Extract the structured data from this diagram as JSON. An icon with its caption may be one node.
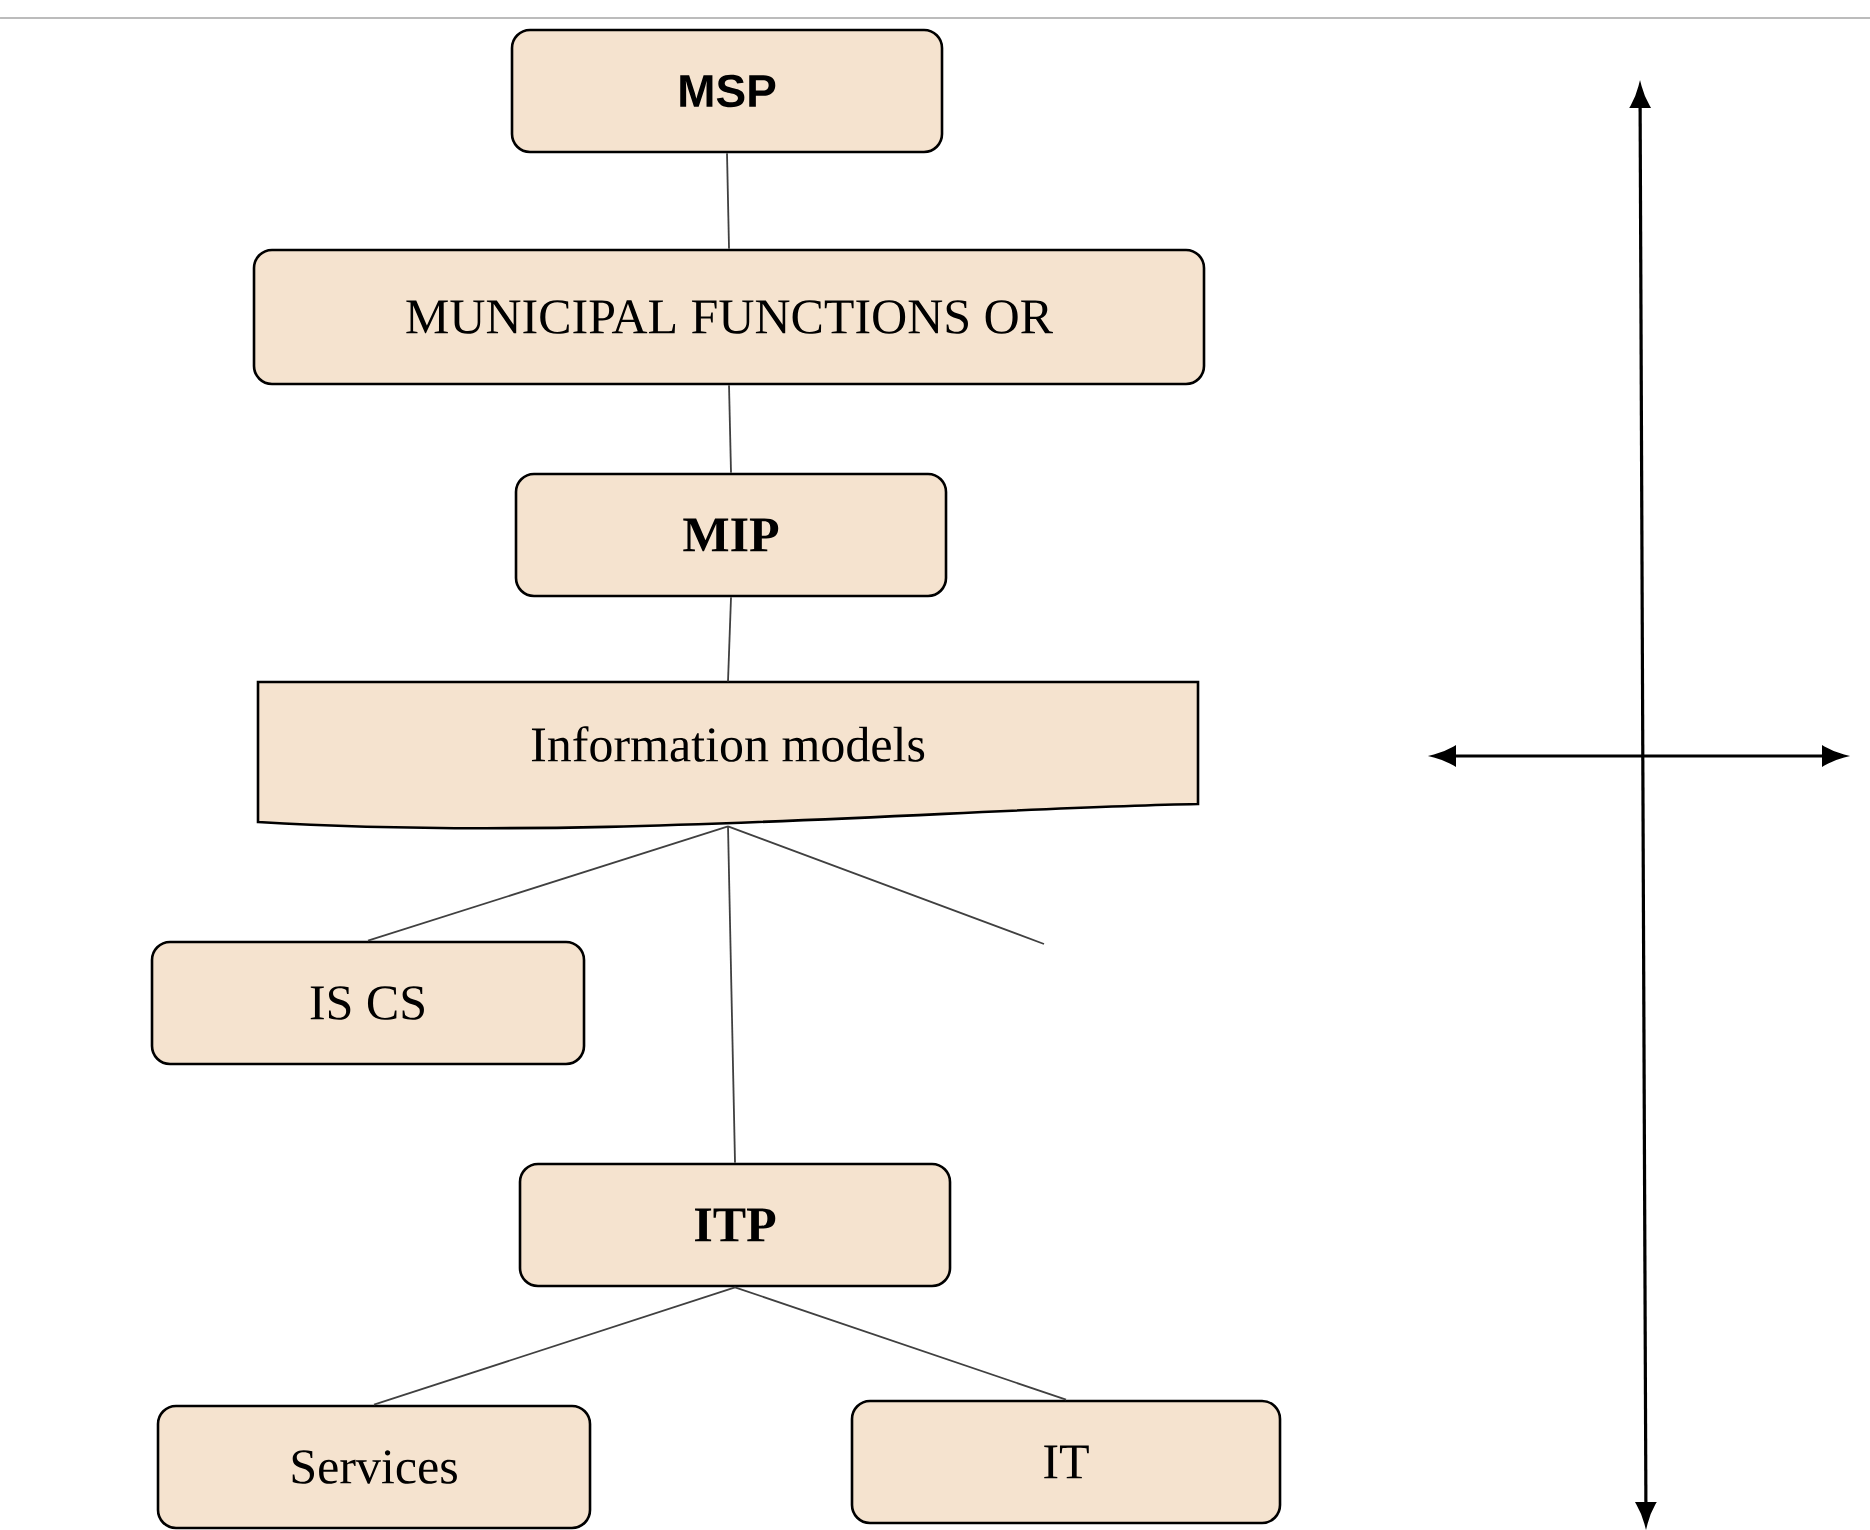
{
  "diagram": {
    "nodes": [
      {
        "text": [
          "MSP"
        ]
      },
      {
        "text": [
          "MUNICIPAL FUNCTIONS OR"
        ]
      },
      {
        "text": [
          "MIP"
        ]
      },
      {
        "text": [
          "Information models"
        ]
      },
      {
        "text": [
          "IS   CS"
        ]
      },
      {
        "text": [
          "ITP"
        ]
      },
      {
        "text": [
          "Services"
        ]
      },
      {
        "text": [
          "IT"
        ]
      }
    ],
    "edges": [
      {
        "from": 0,
        "to": 1,
        "arrow": "none"
      },
      {
        "from": 1,
        "to": 2,
        "arrow": "none"
      },
      {
        "from": 2,
        "to": 3,
        "arrow": "none"
      },
      {
        "from": 3,
        "to": 4,
        "arrow": "none"
      },
      {
        "from": 3,
        "to": 5,
        "arrow": "none"
      },
      {
        "from": 3,
        "to": null,
        "arrow": "none"
      },
      {
        "from": 5,
        "to": 6,
        "arrow": "none"
      },
      {
        "from": 5,
        "to": 7,
        "arrow": "none"
      }
    ]
  }
}
